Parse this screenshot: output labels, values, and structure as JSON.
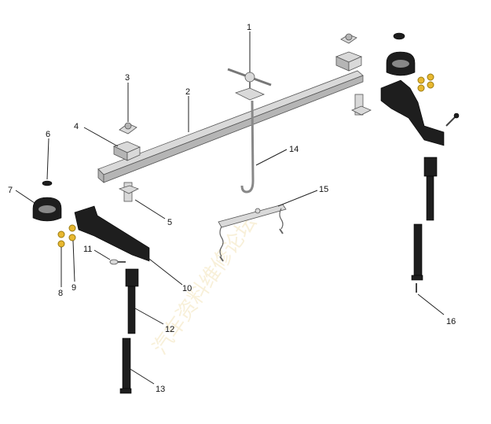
{
  "diagram": {
    "callouts": [
      {
        "id": "1",
        "label": "1"
      },
      {
        "id": "2",
        "label": "2"
      },
      {
        "id": "3",
        "label": "3"
      },
      {
        "id": "4",
        "label": "4"
      },
      {
        "id": "5",
        "label": "5"
      },
      {
        "id": "6",
        "label": "6"
      },
      {
        "id": "7",
        "label": "7"
      },
      {
        "id": "8",
        "label": "8"
      },
      {
        "id": "9",
        "label": "9"
      },
      {
        "id": "10",
        "label": "10"
      },
      {
        "id": "11",
        "label": "11"
      },
      {
        "id": "12",
        "label": "12"
      },
      {
        "id": "13",
        "label": "13"
      },
      {
        "id": "14",
        "label": "14"
      },
      {
        "id": "15",
        "label": "15"
      },
      {
        "id": "16",
        "label": "16"
      }
    ],
    "watermark": "汽车资料维修论坛",
    "colors": {
      "metal": "#d9d9d9",
      "bracket": "#1e1e1e",
      "washer": "#e8b830",
      "line": "#222222"
    }
  }
}
